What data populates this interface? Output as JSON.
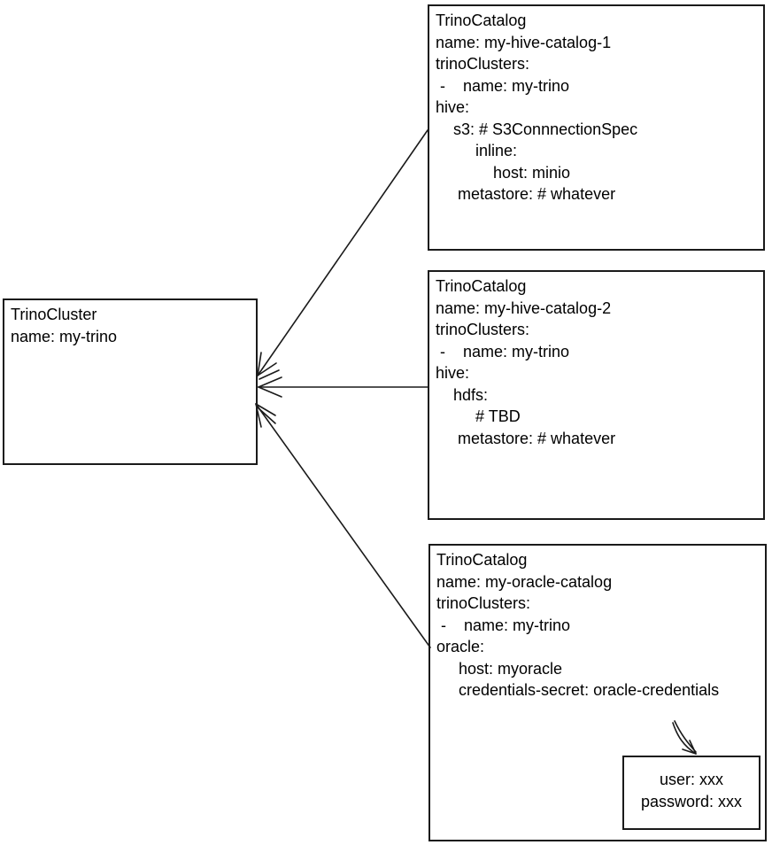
{
  "diagram": {
    "colors": {
      "background": "#ffffff",
      "stroke": "#1a1a1a",
      "text": "#000000"
    },
    "cluster_box": {
      "lines": [
        "TrinoCluster",
        "name: my-trino"
      ]
    },
    "catalog_boxes": [
      {
        "lines": [
          "TrinoCatalog",
          "name: my-hive-catalog-1",
          "trinoClusters:",
          " -    name: my-trino",
          "hive:",
          "    s3: # S3ConnnectionSpec",
          "         inline:",
          "             host: minio",
          "     metastore: # whatever"
        ]
      },
      {
        "lines": [
          "TrinoCatalog",
          "name: my-hive-catalog-2",
          "trinoClusters:",
          " -    name: my-trino",
          "hive:",
          "    hdfs:",
          "         # TBD",
          "     metastore: # whatever"
        ]
      },
      {
        "lines": [
          "TrinoCatalog",
          "name: my-oracle-catalog",
          "trinoClusters:",
          " -    name: my-trino",
          "oracle:",
          "     host: myoracle",
          "     credentials-secret: oracle-credentials"
        ]
      }
    ],
    "secret_box": {
      "lines": [
        "user: xxx",
        "password: xxx"
      ]
    }
  }
}
